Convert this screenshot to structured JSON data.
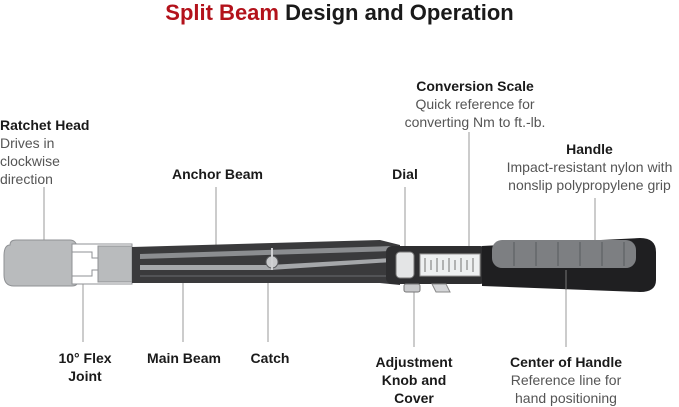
{
  "title": {
    "accent": "Split Beam",
    "rest": "Design and Operation"
  },
  "colors": {
    "accent": "#b3121b",
    "head_metal": "#b9bbbd",
    "beam_dark": "#3a3a3c",
    "handle_dark": "#1f1f21",
    "handle_grip": "#7d7f82",
    "leader_line": "#9a9a9a"
  },
  "labels": {
    "ratchet_head": {
      "heading": "Ratchet Head",
      "desc_lines": [
        "Drives in",
        "clockwise",
        "direction"
      ]
    },
    "anchor_beam": {
      "heading": "Anchor Beam"
    },
    "dial": {
      "heading": "Dial"
    },
    "conversion_scale": {
      "heading": "Conversion Scale",
      "desc_lines": [
        "Quick reference for",
        "converting Nm to ft.-lb."
      ]
    },
    "handle": {
      "heading": "Handle",
      "desc_lines": [
        "Impact-resistant nylon with",
        "nonslip polypropylene grip"
      ]
    },
    "flex_joint": {
      "heading_lines": [
        "10° Flex",
        "Joint"
      ]
    },
    "main_beam": {
      "heading": "Main Beam"
    },
    "catch": {
      "heading": "Catch"
    },
    "adjustment_knob": {
      "heading_lines": [
        "Adjustment",
        "Knob and",
        "Cover"
      ]
    },
    "center_of_handle": {
      "heading": "Center of Handle",
      "desc_lines": [
        "Reference line for",
        "hand positioning"
      ]
    }
  }
}
